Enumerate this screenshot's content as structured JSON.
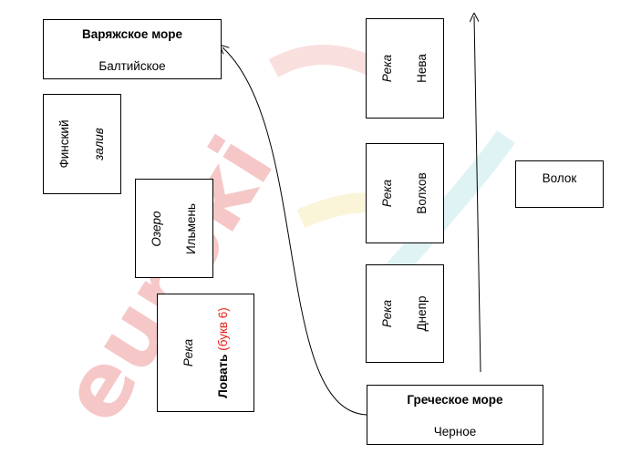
{
  "varangian": {
    "title": "Варяжское море",
    "subtitle": "Балтийское"
  },
  "finnish": {
    "line1": "Финский",
    "line2": "залив"
  },
  "ilmen": {
    "line1": "Озеро",
    "line2": "Ильмень"
  },
  "lovat": {
    "line1": "Река",
    "name": "Ловать",
    "hint": "(букв 6)"
  },
  "neva": {
    "line1": "Река",
    "line2": "Нева"
  },
  "volkhov": {
    "line1": "Река",
    "line2": "Волхов"
  },
  "dnepr": {
    "line1": "Река",
    "line2": "Днепр"
  },
  "volok": {
    "label": "Волок"
  },
  "greek": {
    "title": "Греческое море",
    "subtitle": "Черное"
  },
  "watermark": {
    "text": "euroki",
    "colors": [
      "#e8a0a0",
      "#f3e3a0",
      "#a8e0e8"
    ]
  }
}
